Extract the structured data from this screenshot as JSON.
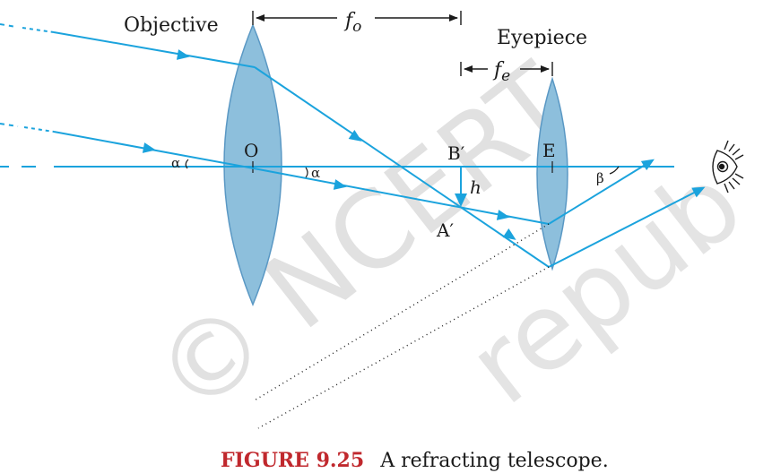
{
  "labels": {
    "objective": "Objective",
    "eyepiece": "Eyepiece",
    "f_o_main": "f",
    "f_o_sub": "o",
    "f_e_main": "f",
    "f_e_sub": "e",
    "point_o": "O",
    "point_e": "E",
    "point_b": "B′",
    "point_a": "A′",
    "height": "h",
    "alpha_left": "α",
    "alpha_right": "α",
    "beta": "β"
  },
  "caption": {
    "number": "FIGURE 9.25",
    "text": "A refracting telescope."
  },
  "colors": {
    "ray": "#1ba3dd",
    "lens_fill": "#8dbfdc",
    "lens_stroke": "#5a98c4",
    "text": "#1a1a1a",
    "caption_number": "#c0282d",
    "caption_text": "#1a1a1a",
    "watermark": "#d8d8d8"
  },
  "icons": {
    "eye": "eye-icon"
  }
}
